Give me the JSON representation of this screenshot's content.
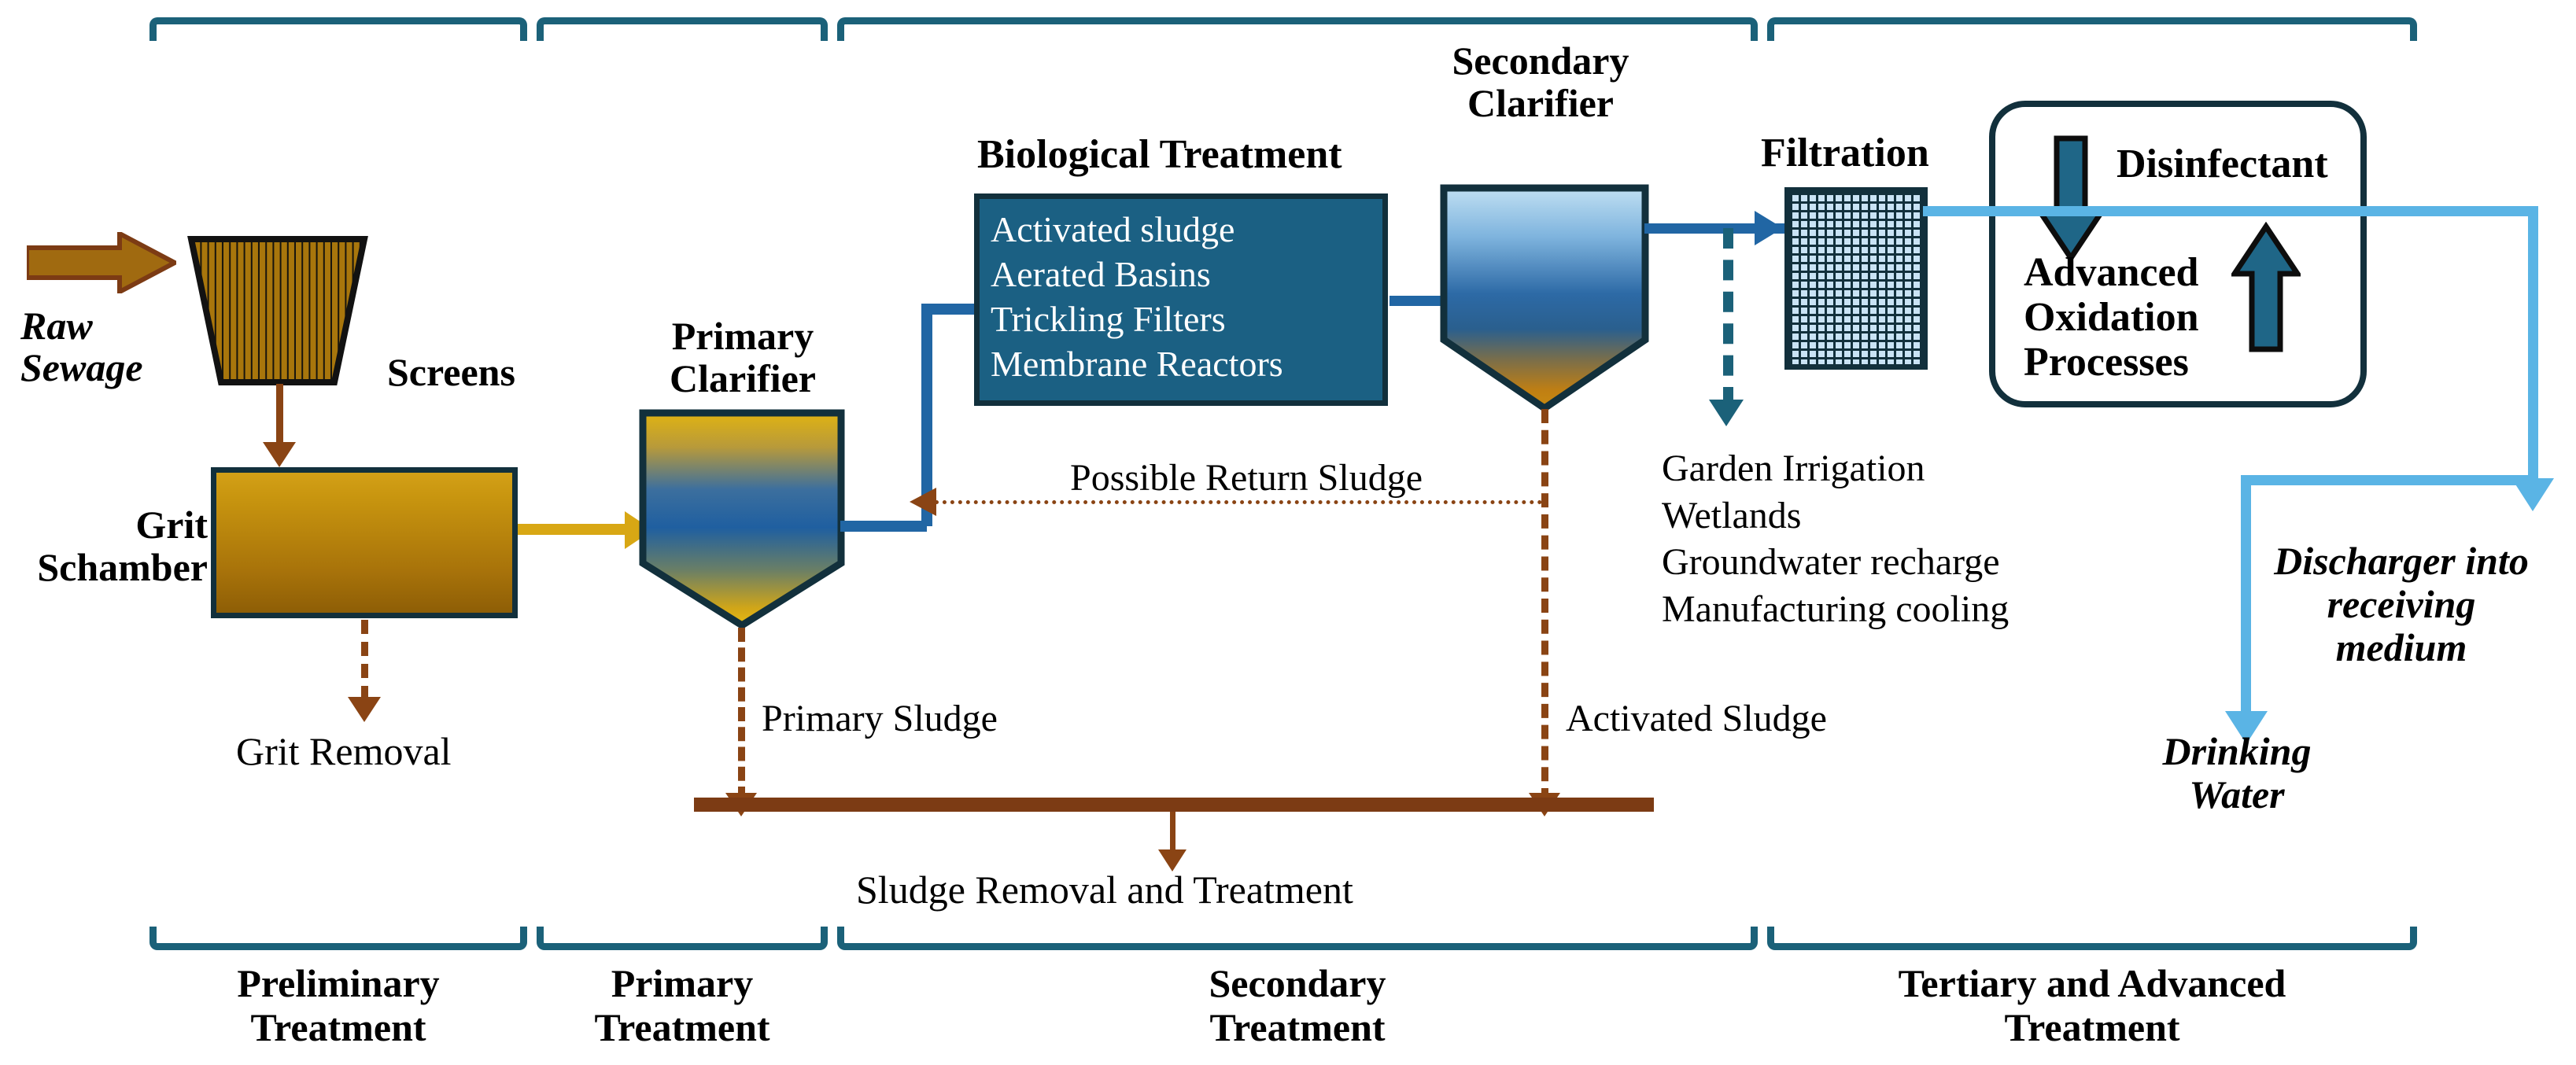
{
  "diagram": {
    "title": "Wastewater Treatment Process Flow",
    "colors": {
      "bracket_teal": "#1b6179",
      "vessel_outline": "#12303c",
      "bio_box_fill": "#1b6083",
      "grit_gold": "#c8950f",
      "raw_arrow_brown": "#a06a10",
      "sludge_brown": "#7c3b14",
      "blue_flow": "#2166a4",
      "light_blue_flow": "#5ab4e5",
      "filtration_cell": "#c9e3f5"
    }
  },
  "inflow": {
    "raw_sewage_label": "Raw\nSewage"
  },
  "units": {
    "screens_label": "Screens",
    "grit_chamber_label": "Grit\nSchamber",
    "grit_removal_label": "Grit Removal",
    "primary_clarifier_label": "Primary\nClarifier",
    "biological_treatment_title": "Biological Treatment",
    "biological_treatment_items": [
      "Activated sludge",
      "Aerated Basins",
      "Trickling Filters",
      "Membrane Reactors"
    ],
    "secondary_clarifier_label": "Secondary\nClarifier",
    "filtration_label": "Filtration",
    "disinfectant_label": "Disinfectant",
    "advanced_oxidation_label": "Advanced\nOxidation\nProcesses"
  },
  "flows": {
    "possible_return_sludge": "Possible Return Sludge",
    "primary_sludge": "Primary Sludge",
    "activated_sludge": "Activated Sludge",
    "sludge_removal_and_treatment": "Sludge Removal and Treatment"
  },
  "reuse_options": [
    "Garden Irrigation",
    "Wetlands",
    "Groundwater recharge",
    "Manufacturing cooling"
  ],
  "outputs": {
    "discharger_label": "Discharger into\nreceiving\nmedium",
    "drinking_water_label": "Drinking\nWater"
  },
  "stages": [
    {
      "label": "Preliminary\nTreatment"
    },
    {
      "label": "Primary\nTreatment"
    },
    {
      "label": "Secondary\nTreatment"
    },
    {
      "label": "Tertiary and Advanced\nTreatment"
    }
  ]
}
